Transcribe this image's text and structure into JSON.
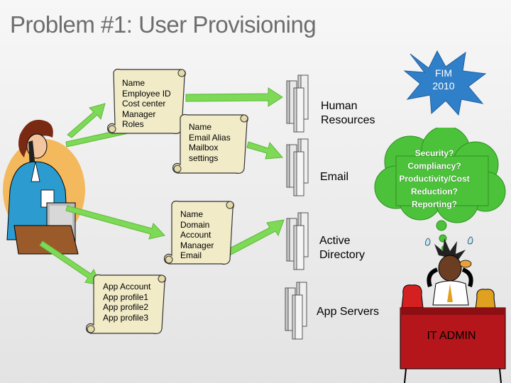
{
  "title": "Problem #1: User Provisioning",
  "scrolls": {
    "hr_fields": [
      "Name",
      "Employee ID",
      "Cost center",
      "Manager",
      "Roles"
    ],
    "email_fields": [
      "Name",
      "Email Alias",
      "Mailbox",
      "settings"
    ],
    "ad_fields": [
      "Name",
      "Domain",
      "Account",
      "Manager",
      "Email"
    ],
    "app_fields": [
      "App Account",
      "App profile1",
      "App profile2",
      "App profile3"
    ]
  },
  "servers": {
    "hr": [
      "Human",
      "Resources"
    ],
    "email": "Email",
    "ad": [
      "Active",
      "Directory"
    ],
    "app": "App Servers"
  },
  "fim": [
    "FIM",
    "2010"
  ],
  "questions": [
    "Security?",
    "Compliancy?",
    "Productivity/Cost",
    "Reduction?",
    "Reporting?"
  ],
  "admin_label": "IT ADMIN",
  "colors": {
    "title": "#6d6d6d",
    "arrow": "#7ed957",
    "starburst": "#2f80c8",
    "cloud": "#4cc23a",
    "scroll": "#f1ebc8"
  }
}
